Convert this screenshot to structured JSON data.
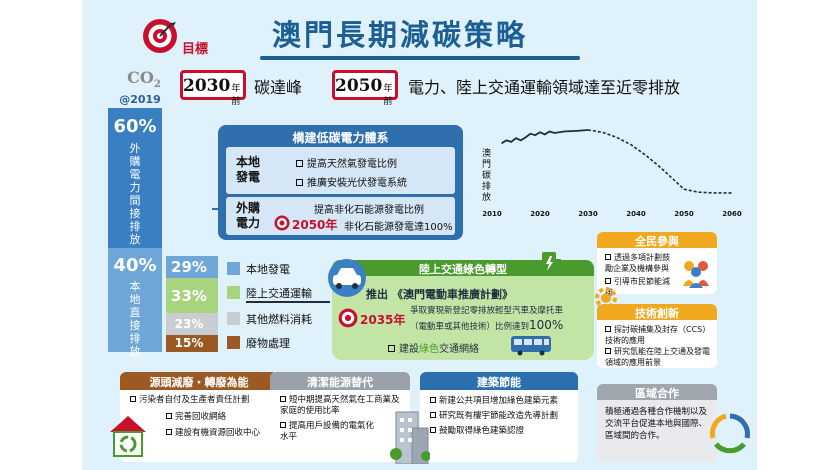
{
  "header": {
    "goal_label": "目標",
    "title": "澳門長期減碳策略"
  },
  "targets": {
    "peak_year": "2030",
    "peak_suffix": "年前",
    "peak_text": "碳達峰",
    "zero_year": "2050",
    "zero_suffix": "年前",
    "zero_text": "電力、陸上交通運輸領域達至近零排放"
  },
  "emissions": {
    "co2_prefix": "CO",
    "co2_sub": "2",
    "year": "@2019",
    "indirect_pct": "60%",
    "indirect_label": "外購電力間接排放",
    "direct_pct": "40%",
    "direct_label": "本地直接排放",
    "segments": [
      {
        "pct": "29%",
        "label": "本地發電",
        "color": "#6ea6d8"
      },
      {
        "pct": "33%",
        "label": "陸上交通運輸",
        "color": "#a8d47f"
      },
      {
        "pct": "23%",
        "label": "其他燃料消耗",
        "color": "#c9ccd1"
      },
      {
        "pct": "15%",
        "label": "廢物處理",
        "color": "#9b5a23"
      }
    ]
  },
  "power": {
    "title": "構建低碳電力體系",
    "local_label": "本地發電",
    "local_items": [
      "提高天然氣發電比例",
      "推廣安裝光伏發電系統"
    ],
    "import_label": "外購電力",
    "import_item": "提高非化石能源發電比例",
    "import_year": "2050年",
    "import_target": "非化石能源發電達100%"
  },
  "chart_data": {
    "type": "line",
    "ylabel": "澳門碳排放",
    "x_ticks": [
      "2010",
      "2020",
      "2030",
      "2040",
      "2050",
      "2060"
    ],
    "xlim": [
      2010,
      2060
    ],
    "grid": false,
    "series": [
      {
        "style": "solid",
        "x": [
          2012,
          2013,
          2014,
          2015,
          2016,
          2017,
          2018,
          2019,
          2020,
          2021,
          2022,
          2023,
          2025,
          2028,
          2030
        ],
        "y": [
          0.82,
          0.86,
          0.84,
          0.89,
          0.86,
          0.9,
          0.95,
          0.93,
          0.97,
          0.94,
          0.98,
          0.96,
          0.98,
          0.99,
          1.0
        ]
      },
      {
        "style": "dashed",
        "x": [
          2030,
          2033,
          2036,
          2039,
          2042,
          2045,
          2048,
          2050,
          2053,
          2056,
          2060
        ],
        "y": [
          1.0,
          0.97,
          0.9,
          0.8,
          0.66,
          0.5,
          0.32,
          0.2,
          0.16,
          0.15,
          0.15
        ]
      }
    ]
  },
  "transport": {
    "title": "陸上交通綠色轉型",
    "plan_prefix": "推出",
    "plan_name": "《澳門電動車推廣計劃》",
    "year": "2035年",
    "target_line1": "爭取實現新登記零排放輕型汽車及摩托車",
    "target_line2": "（電動車或其他技術）比例達到",
    "target_pct": "100%",
    "network_prefix": "建設",
    "network_green": "綠色",
    "network_suffix": "交通網絡"
  },
  "participation": {
    "title": "全民參與",
    "items": [
      "透過多項計劃鼓勵企業及機構參與",
      "引導市民節能減排"
    ]
  },
  "innovation": {
    "title": "技術創新",
    "items": [
      "探討碳捕集及封存（CCS）技術的應用",
      "研究氫能在陸上交通及發電領域的應用前景"
    ]
  },
  "cooperation": {
    "title": "區域合作",
    "text": "積極通過各種合作機制以及交流平台促進本地與國際、區域間的合作。"
  },
  "waste": {
    "title": "源頭減廢・轉廢為能",
    "items": [
      "污染者自付及生產者責任計劃",
      "完善回收網絡",
      "建設有機資源回收中心"
    ]
  },
  "clean_energy": {
    "title": "清潔能源替代",
    "items": [
      "短中期提高天然氣在工商業及家庭的使用比率",
      "提高用戶設備的電氣化水平"
    ]
  },
  "building": {
    "title": "建築節能",
    "items": [
      "新建公共項目增加綠色建築元素",
      "研究既有樓宇節能改造先導計劃",
      "鼓勵取得綠色建築認證"
    ]
  },
  "colors": {
    "title_blue": "#1c5f95",
    "red": "#c8102e",
    "power_blue": "#2f6fae",
    "transport_green": "#4a9b2d",
    "orange": "#f0a81f",
    "waste_brown": "#9b5a23",
    "clean_grey": "#9aa1a8",
    "building_blue": "#2c6fae"
  }
}
